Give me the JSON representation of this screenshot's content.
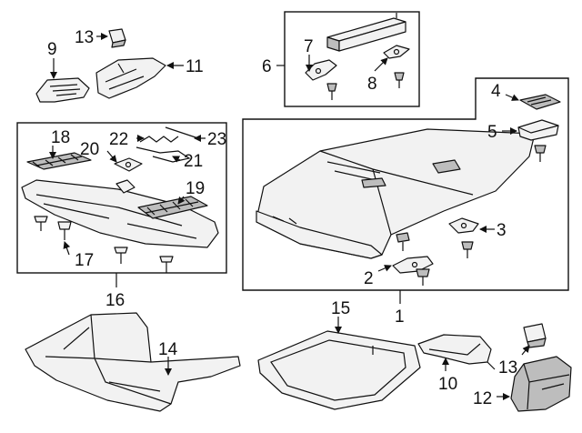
{
  "callouts": {
    "c1": "1",
    "c2": "2",
    "c3": "3",
    "c4": "4",
    "c5": "5",
    "c6": "6",
    "c7": "7",
    "c8": "8",
    "c9": "9",
    "c10": "10",
    "c11": "11",
    "c12": "12",
    "c13a": "13",
    "c13b": "13",
    "c14": "14",
    "c15": "15",
    "c16": "16",
    "c17": "17",
    "c18": "18",
    "c19": "19",
    "c20": "20",
    "c21": "21",
    "c22": "22",
    "c23": "23"
  }
}
